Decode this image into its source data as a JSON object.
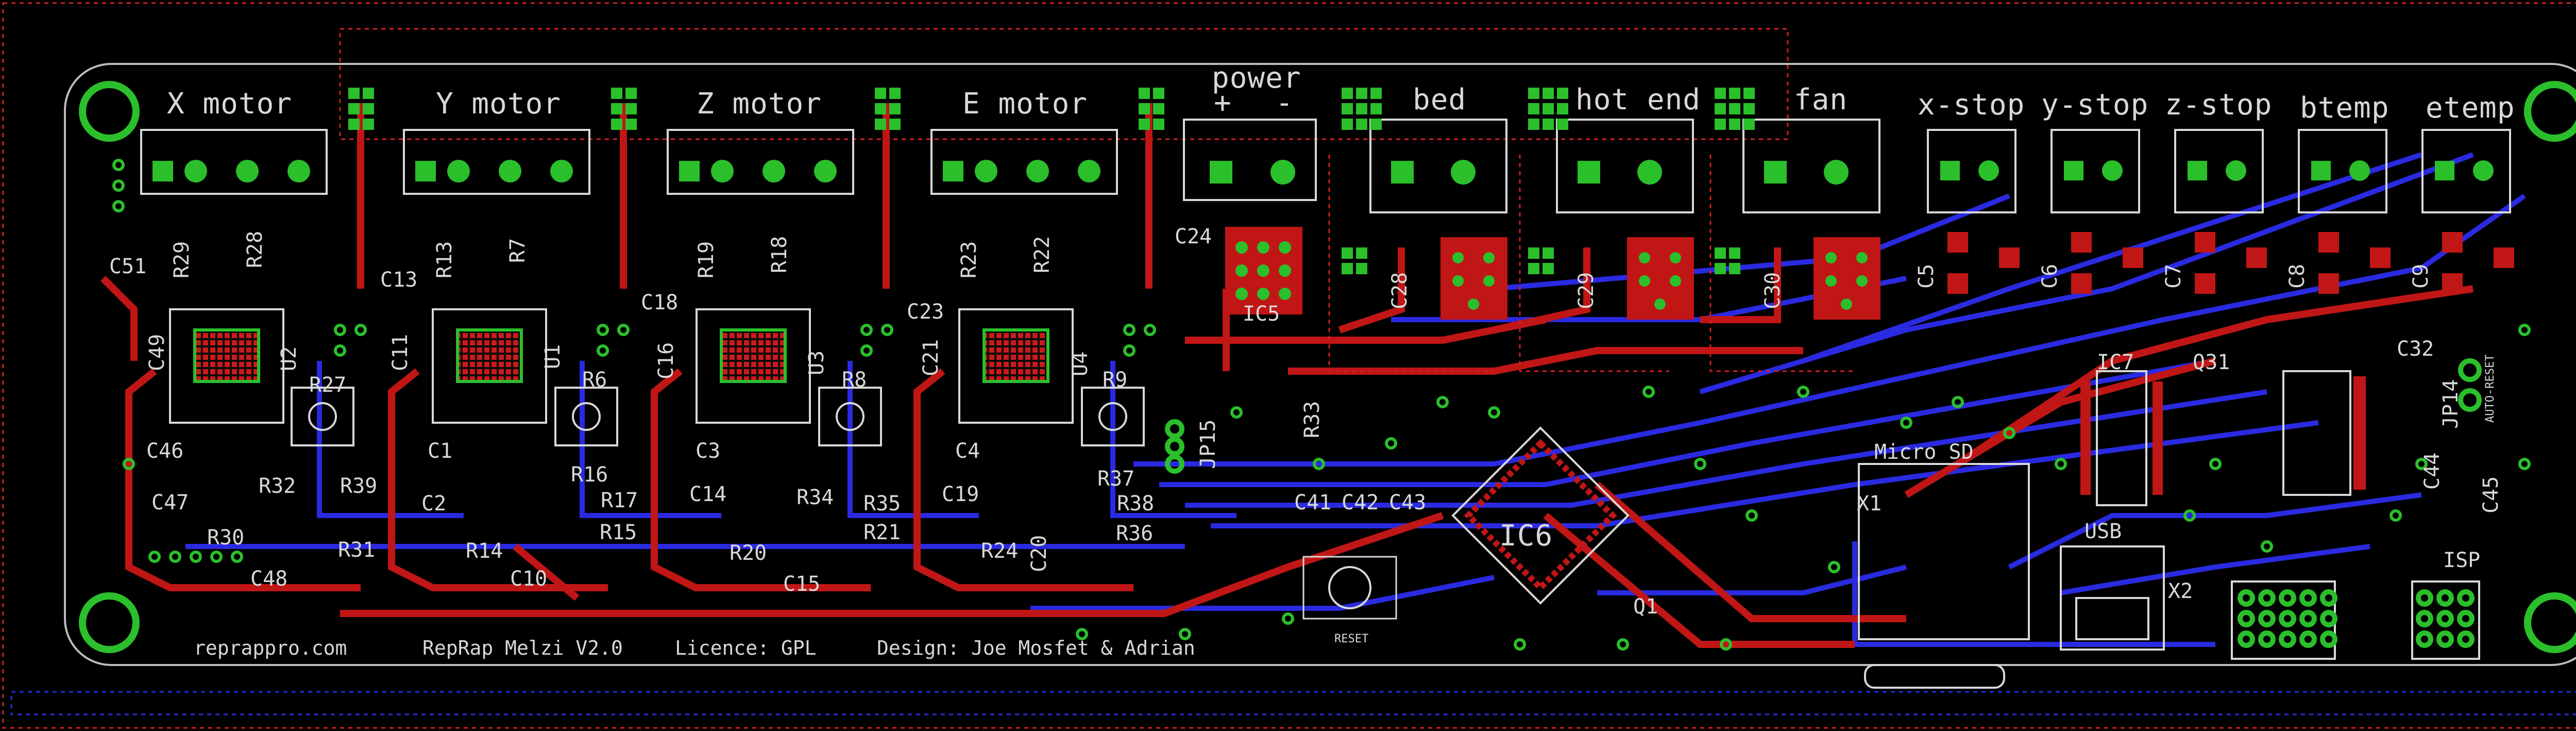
{
  "colors": {
    "background": "#000000",
    "top_copper": "#c01616",
    "bottom_copper": "#2a2ae0",
    "pad": "#2bbf2b",
    "silkscreen": "#d8d8d8",
    "board_outline": "#bdbdbd",
    "dashed_outline": "#d02020"
  },
  "connectors": {
    "x_motor": "X motor",
    "y_motor": "Y motor",
    "z_motor": "Z motor",
    "e_motor": "E motor",
    "power": "power",
    "power_plus": "+",
    "power_minus": "-",
    "bed": "bed",
    "hot_end": "hot end",
    "fan": "fan",
    "x_stop": "x-stop",
    "y_stop": "y-stop",
    "z_stop": "z-stop",
    "btemp": "btemp",
    "etemp": "etemp"
  },
  "components": {
    "u2": "U2",
    "u1": "U1",
    "u3": "U3",
    "u4": "U4",
    "ic5": "IC5",
    "ic6": "IC6",
    "ic7": "IC7",
    "r29": "R29",
    "r28": "R28",
    "r13": "R13",
    "r7": "R7",
    "r19": "R19",
    "r18": "R18",
    "r23": "R23",
    "r22": "R22",
    "r27": "R27",
    "r6": "R6",
    "r8": "R8",
    "r9": "R9",
    "r32": "R32",
    "r39": "R39",
    "r30": "R30",
    "r31": "R31",
    "r16": "R16",
    "r17": "R17",
    "r14": "R14",
    "r15": "R15",
    "r34": "R34",
    "r35": "R35",
    "r20": "R20",
    "r21": "R21",
    "r37": "R37",
    "r38": "R38",
    "r36": "R36",
    "r24": "R24",
    "r33": "R33",
    "c51": "C51",
    "c49": "C49",
    "c46": "C46",
    "c47": "C47",
    "c48": "C48",
    "c13": "C13",
    "c11": "C11",
    "c1": "C1",
    "c2": "C2",
    "c10": "C10",
    "c18": "C18",
    "c16": "C16",
    "c3": "C3",
    "c14": "C14",
    "c15": "C15",
    "c23": "C23",
    "c21": "C21",
    "c4": "C4",
    "c19": "C19",
    "c20": "C20",
    "c24": "C24",
    "c41": "C41",
    "c42": "C42",
    "c43": "C43",
    "c5": "C5",
    "c6": "C6",
    "c7": "C7",
    "c8": "C8",
    "c9": "C9",
    "c32": "C32",
    "c44": "C44",
    "c45": "C45",
    "c28": "C28",
    "c29": "C29",
    "c30": "C30",
    "q31": "Q31",
    "q1": "Q1",
    "x1": "X1",
    "x2": "X2",
    "jp14": "JP14",
    "jp15": "JP15",
    "micro_sd": "Micro SD",
    "usb": "USB",
    "isp": "ISP",
    "reset": "RESET",
    "auto_reset": "AUTO-RESET"
  },
  "footer": {
    "website": "reprappro.com",
    "board_name": "RepRap Melzi V2.0",
    "licence": "Licence: GPL",
    "design": "Design: Joe Mosfet & Adrian"
  }
}
